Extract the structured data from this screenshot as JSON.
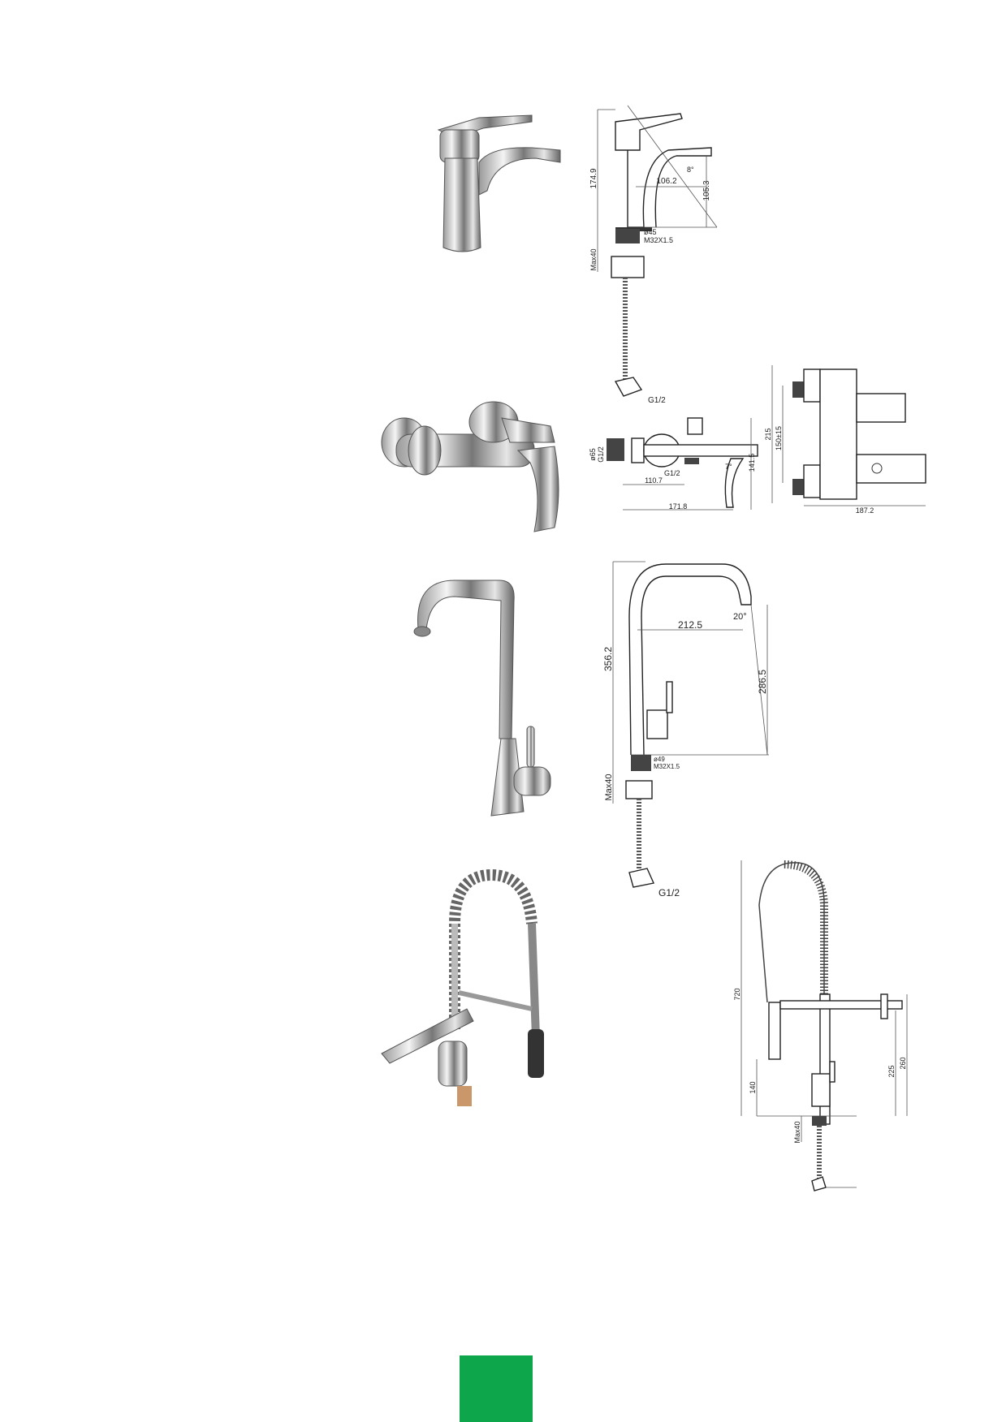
{
  "page": {
    "accent_color": "#0ea64a"
  },
  "products": [
    {
      "photo_icon": "basin-mixer-photo",
      "dimensions": {
        "height": "174.9",
        "reach": "106.2",
        "spout_height": "105.3",
        "angle": "8°",
        "base_dia": "ø45",
        "thread": "M32X1.5",
        "max_deck": "Max40",
        "connection": "G1/2"
      }
    },
    {
      "photo_icon": "bath-mixer-photo",
      "dimensions": {
        "eccentric_dia": "ø65",
        "inlet": "G1/2",
        "outlet": "G1/2",
        "spout_reach": "110.7",
        "overall_width": "171.8",
        "height": "141.5",
        "angle": "7°",
        "total_height": "215",
        "centers": "150±15",
        "depth": "187.2"
      }
    },
    {
      "photo_icon": "kitchen-mixer-photo",
      "dimensions": {
        "height": "356.2",
        "reach": "212.5",
        "spout_height": "286.5",
        "angle": "20°",
        "base_dia": "ø49",
        "thread": "M32X1.5",
        "max_deck": "Max40",
        "connection": "G1/2"
      }
    },
    {
      "photo_icon": "pull-down-spring-mixer-photo",
      "dimensions": {
        "height": "720",
        "side_height_a": "225",
        "side_height_b": "260",
        "base_height": "140",
        "max_deck": "Max40"
      }
    }
  ]
}
